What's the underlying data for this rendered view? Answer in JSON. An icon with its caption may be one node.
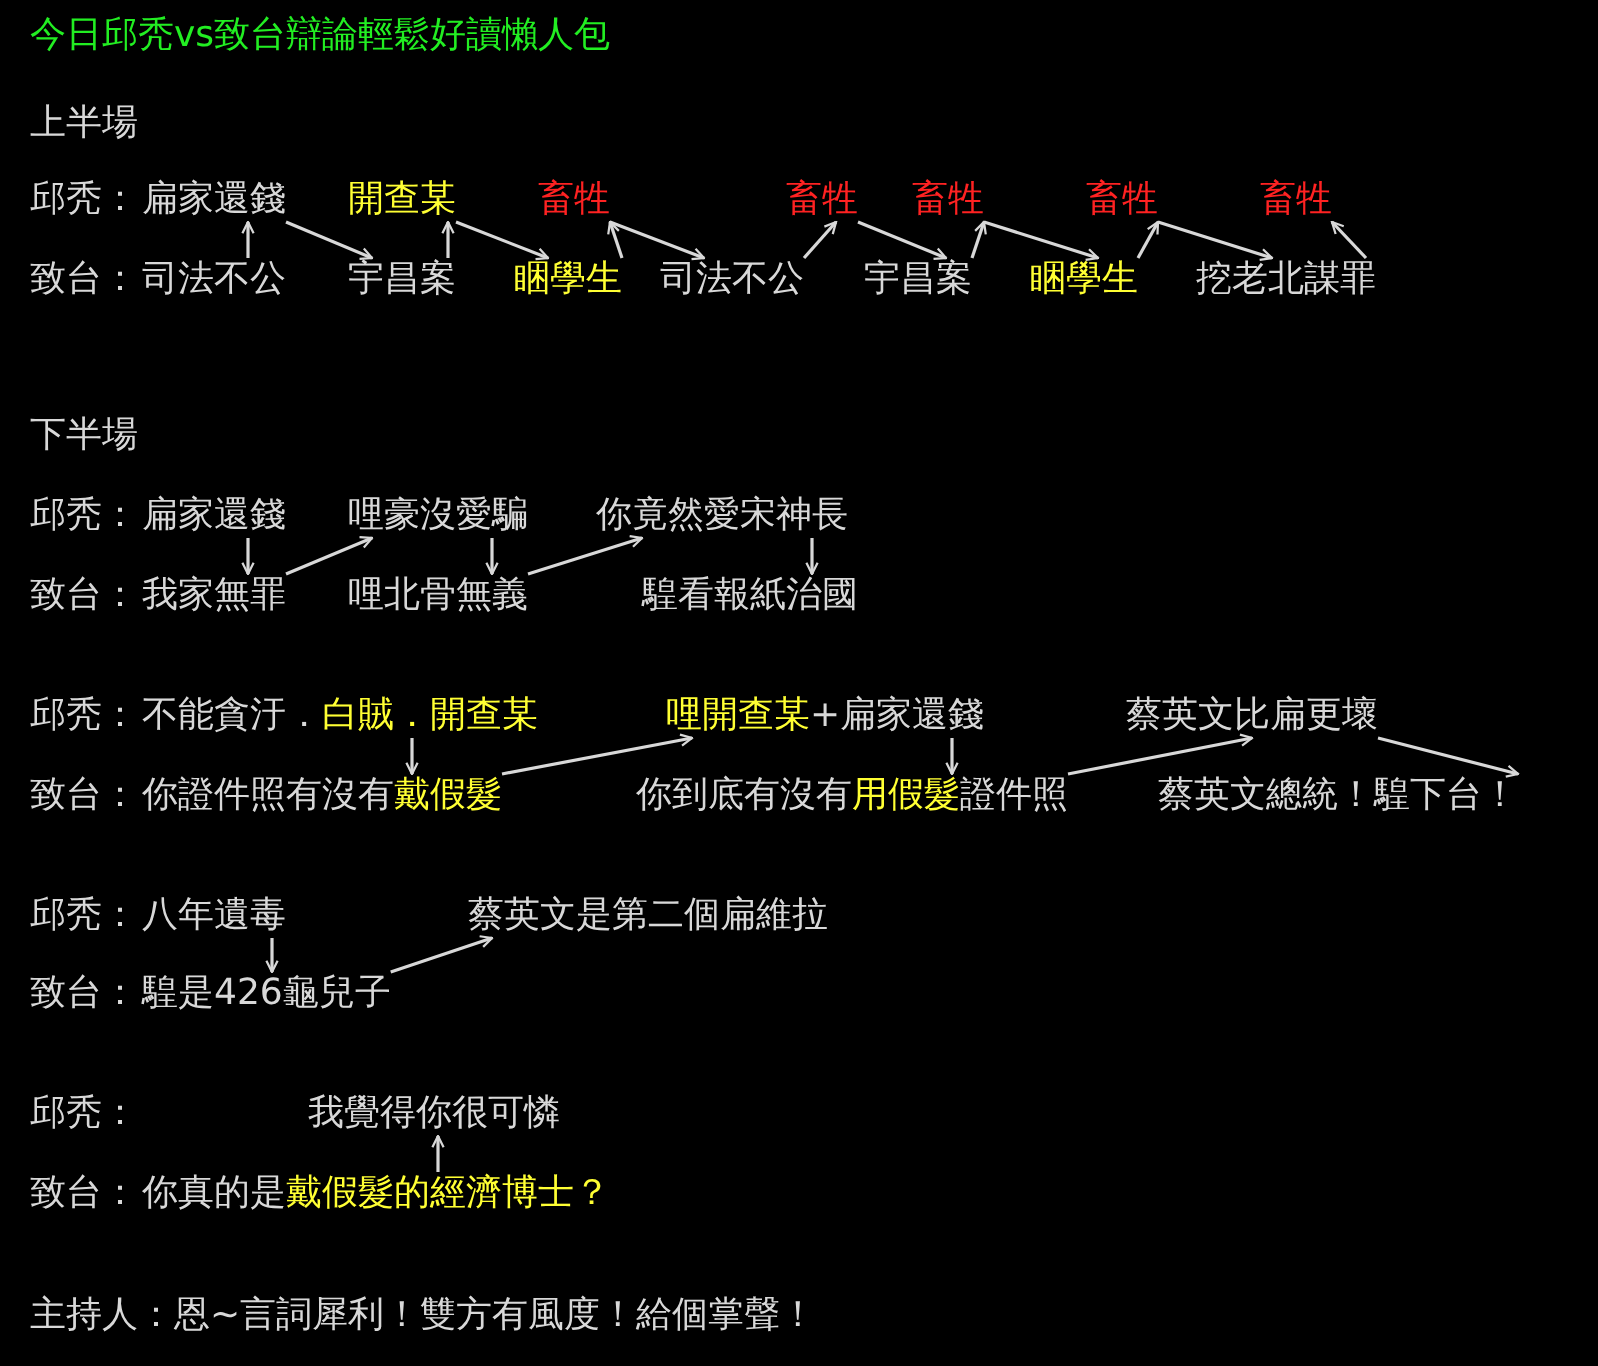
{
  "diagram": {
    "title": "今日邱秃vs致台辯論輕鬆好讀懶人包",
    "nodes": [
      {
        "text": [
          "扁家還錢"
        ]
      },
      {
        "text": [
          "開查某"
        ]
      },
      {
        "text": [
          "畜牲"
        ]
      },
      {
        "text": [
          "畜牲"
        ]
      },
      {
        "text": [
          "畜牲"
        ]
      },
      {
        "text": [
          "畜牲"
        ]
      },
      {
        "text": [
          "畜牲"
        ]
      },
      {
        "text": [
          "司法不公"
        ]
      },
      {
        "text": [
          "宇昌案"
        ]
      },
      {
        "text": [
          "睏學生"
        ]
      },
      {
        "text": [
          "司法不公"
        ]
      },
      {
        "text": [
          "宇昌案"
        ]
      },
      {
        "text": [
          "睏學生"
        ]
      },
      {
        "text": [
          "挖老北謀罪"
        ]
      },
      {
        "text": [
          "扁家還錢"
        ]
      },
      {
        "text": [
          "哩豪沒愛騙"
        ]
      },
      {
        "text": [
          "你竟然愛宋神長"
        ]
      },
      {
        "text": [
          "我家無罪"
        ]
      },
      {
        "text": [
          "哩北骨無義"
        ]
      },
      {
        "text": [
          "騜看報紙治國"
        ]
      },
      {
        "text": [
          "不能貪汙．",
          "白賊．開查某"
        ]
      },
      {
        "text": [
          "哩開查某",
          "+扁家還錢"
        ]
      },
      {
        "text": [
          "蔡英文比扁更壞"
        ]
      },
      {
        "text": [
          "你證件照有沒有",
          "戴假髮"
        ]
      },
      {
        "text": [
          "你到底有沒有",
          "用假髮",
          "證件照"
        ]
      },
      {
        "text": [
          "蔡英文總統！騜下台！"
        ]
      },
      {
        "text": [
          "八年遺毒"
        ]
      },
      {
        "text": [
          "蔡英文是第二個扁維拉"
        ]
      },
      {
        "text": [
          "騜是426龜兒子"
        ]
      },
      {
        "text": [
          "我覺得你很可憐"
        ]
      },
      {
        "text": [
          "你真的是",
          "戴假髮的經濟博士",
          "？"
        ]
      }
    ],
    "edges": [
      {
        "from": 7,
        "to": 0,
        "arrow": "to"
      },
      {
        "from": 0,
        "to": 8,
        "arrow": "to"
      },
      {
        "from": 8,
        "to": 1,
        "arrow": "to"
      },
      {
        "from": 1,
        "to": 9,
        "arrow": "to"
      },
      {
        "from": 9,
        "to": 2,
        "arrow": "to"
      },
      {
        "from": 2,
        "to": 10,
        "arrow": "to"
      },
      {
        "from": 10,
        "to": 3,
        "arrow": "to"
      },
      {
        "from": 3,
        "to": 11,
        "arrow": "to"
      },
      {
        "from": 11,
        "to": 4,
        "arrow": "to"
      },
      {
        "from": 4,
        "to": 12,
        "arrow": "to"
      },
      {
        "from": 12,
        "to": 5,
        "arrow": "to"
      },
      {
        "from": 5,
        "to": 13,
        "arrow": "to"
      },
      {
        "from": 13,
        "to": 6,
        "arrow": "to"
      },
      {
        "from": 14,
        "to": 17,
        "arrow": "to"
      },
      {
        "from": 17,
        "to": 15,
        "arrow": "to"
      },
      {
        "from": 15,
        "to": 18,
        "arrow": "to"
      },
      {
        "from": 18,
        "to": 16,
        "arrow": "to"
      },
      {
        "from": 16,
        "to": 19,
        "arrow": "to"
      },
      {
        "from": 20,
        "to": 23,
        "arrow": "to"
      },
      {
        "from": 23,
        "to": 21,
        "arrow": "to"
      },
      {
        "from": 21,
        "to": 24,
        "arrow": "to"
      },
      {
        "from": 24,
        "to": 22,
        "arrow": "to"
      },
      {
        "from": 22,
        "to": 25,
        "arrow": "to"
      },
      {
        "from": 26,
        "to": 28,
        "arrow": "to"
      },
      {
        "from": 28,
        "to": 27,
        "arrow": "to"
      },
      {
        "from": 30,
        "to": 29,
        "arrow": "to"
      }
    ],
    "labels": [
      "上半場",
      "邱秃：",
      "致台：",
      "下半場",
      "邱秃：",
      "致台：",
      "邱秃：",
      "致台：",
      "邱秃：",
      "致台：",
      "邱秃：",
      "致台：",
      "主持人：恩~言詞犀利！雙方有風度！給個掌聲！"
    ]
  }
}
